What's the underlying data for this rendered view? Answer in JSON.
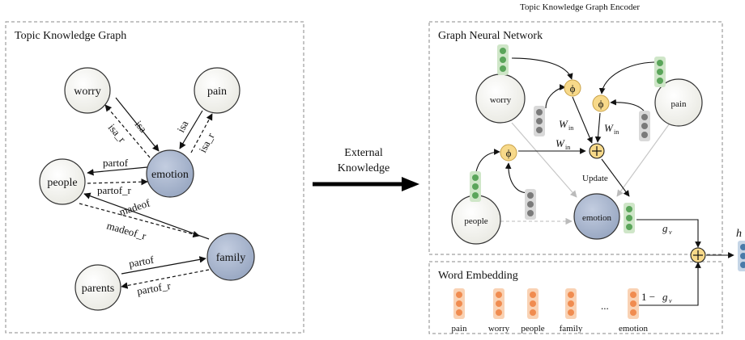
{
  "left_panel": {
    "title": "Topic Knowledge Graph",
    "nodes": {
      "worry": "worry",
      "pain": "pain",
      "emotion": "emotion",
      "people": "people",
      "family": "family",
      "parents": "parents"
    },
    "edges": {
      "isa_1": "isa",
      "isa_r_1": "isa_r",
      "isa_2": "isa",
      "isa_r_2": "isa_r",
      "partof_1": "partof",
      "partof_r_1": "partof_r",
      "madeof": "madeof",
      "madeof_r": "madeof_r",
      "partof_2": "partof",
      "partof_r_2": "partof_r"
    }
  },
  "middle": {
    "line1": "External",
    "line2": "Knowledge"
  },
  "right_panel": {
    "outer_title": "Topic Knowledge Graph Encoder",
    "gnn_title": "Graph Neural Network",
    "gnn_nodes": {
      "worry": "worry",
      "pain": "pain",
      "people": "people",
      "emotion": "emotion"
    },
    "phi_symbol": "ϕ",
    "w_main": "W",
    "w_sub": "in",
    "update": "Update",
    "g_main": "g",
    "g_sub": "v",
    "one_minus": "1 −",
    "plus": "+",
    "output": "h",
    "word_title": "Word Embedding",
    "words": [
      "pain",
      "worry",
      "people",
      "family",
      "emotion"
    ],
    "ellipsis": "..."
  },
  "colors": {
    "emotion_node": "#aab6cc",
    "light_node": "#f4f4ee",
    "green_vec": "#5aa55a",
    "gray_vec": "#7a7a7a",
    "orange_vec": "#f08c50",
    "blue_vec": "#4a7aa8",
    "phi_fill": "#f7d98a"
  }
}
